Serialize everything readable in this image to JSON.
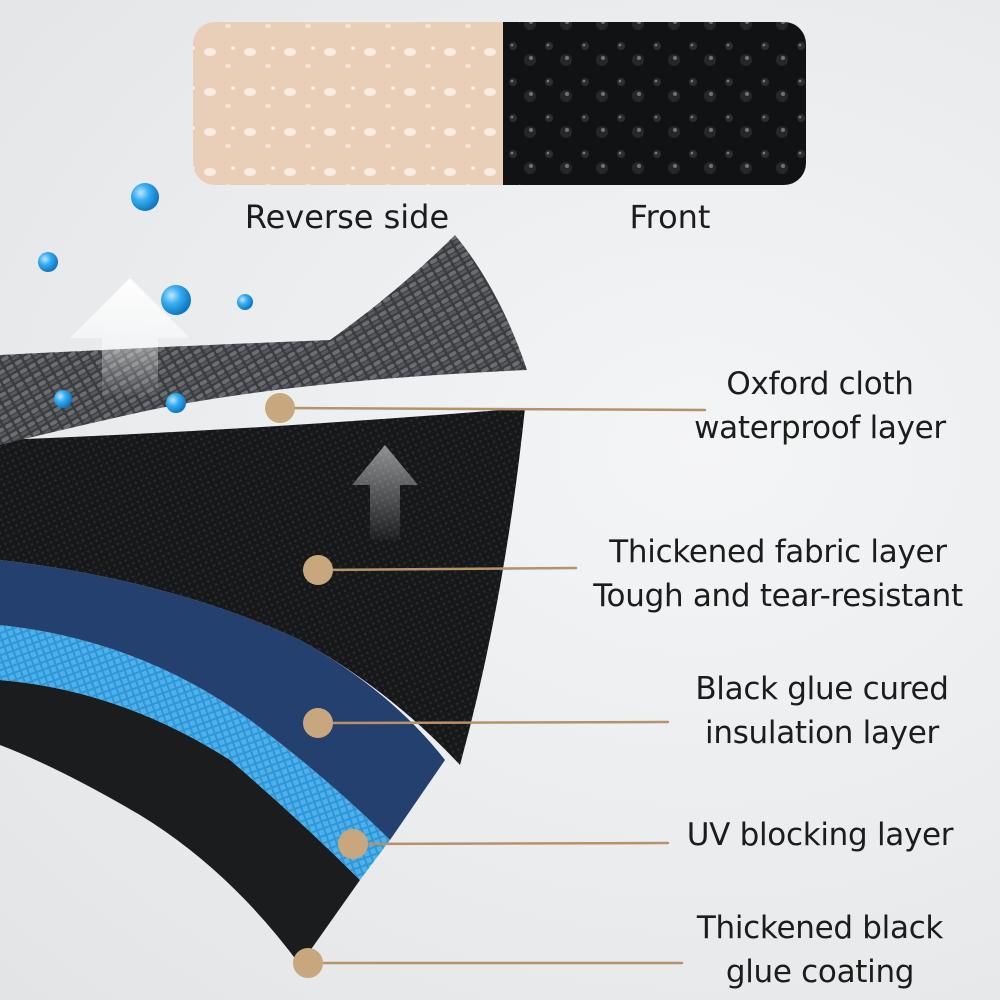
{
  "swatches": {
    "reverse": {
      "label": "Reverse side",
      "color": "#e9cfb8"
    },
    "front": {
      "label": "Front",
      "color": "#111214"
    }
  },
  "layers": [
    {
      "line1": "Oxford cloth",
      "line2": "waterproof layer"
    },
    {
      "line1": "Thickened fabric layer",
      "line2": "Tough and tear-resistant"
    },
    {
      "line1": "Black glue cured",
      "line2": "insulation layer"
    },
    {
      "line1": "UV blocking layer",
      "line2": ""
    },
    {
      "line1": "Thickened black",
      "line2": "glue coating"
    }
  ],
  "colors": {
    "leader": "#b7916a",
    "marker": "#c9a77e",
    "navy_layer": "#24406f",
    "uv_layer": "#2f97d8",
    "droplet": "#1e9be6"
  },
  "icons": [
    "upward-arrow-icon",
    "water-droplet-icon",
    "layer-marker-icon"
  ]
}
